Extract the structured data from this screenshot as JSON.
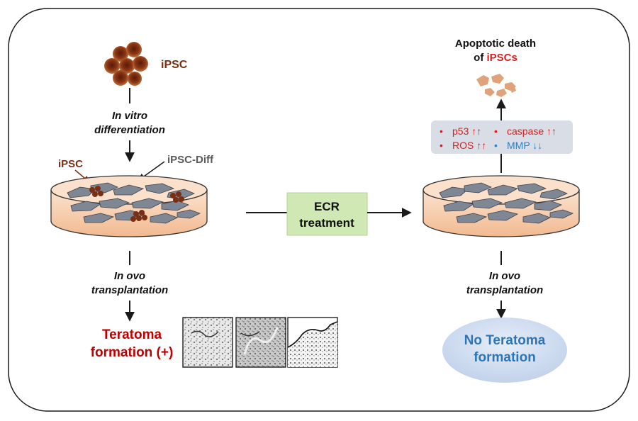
{
  "colors": {
    "frame": "#1a1a1a",
    "ipsc_brown": "#7a2e12",
    "teratoma_red": "#c00000",
    "upreg_red": "#e11b1b",
    "down_blue": "#2f7fc1",
    "ecr_box": "#cfe8b4",
    "marker_box": "#d9dee6",
    "no_teratoma_fill": "#cfdcef",
    "no_teratoma_text": "#2e75b6",
    "dish_fill": "#f7cfb0",
    "fragment": "#e0a27b"
  },
  "left": {
    "ipsc_label": "iPSC",
    "step1_line1": "In vitro",
    "step1_line2": "differentiation",
    "dish_ipsc_label": "iPSC",
    "dish_diff_label": "iPSC-Diff",
    "step2_line1": "In ovo",
    "step2_line2": "transplantation",
    "outcome_line1": "Teratoma",
    "outcome_line2": "formation (+)"
  },
  "center": {
    "ecr_line1": "ECR",
    "ecr_line2": "treatment"
  },
  "right": {
    "apoptosis_line1": "Apoptotic death",
    "apoptosis_line2_prefix": "of ",
    "apoptosis_line2_highlight": "iPSCs",
    "markers": [
      {
        "bullet": "•",
        "text": "p53 ↑↑"
      },
      {
        "bullet": "•",
        "text": "caspase ↑↑"
      },
      {
        "bullet": "•",
        "text": "ROS ↑↑"
      },
      {
        "bullet": "•",
        "text": "MMP ↓↓"
      }
    ],
    "step_line1": "In ovo",
    "step_line2": "transplantation",
    "outcome_line1": "No Teratoma",
    "outcome_line2": "formation"
  },
  "icons": [
    "ipsc-cluster-icon",
    "culture-dish-icon",
    "apoptotic-fragments-icon",
    "histology-image-icon"
  ]
}
